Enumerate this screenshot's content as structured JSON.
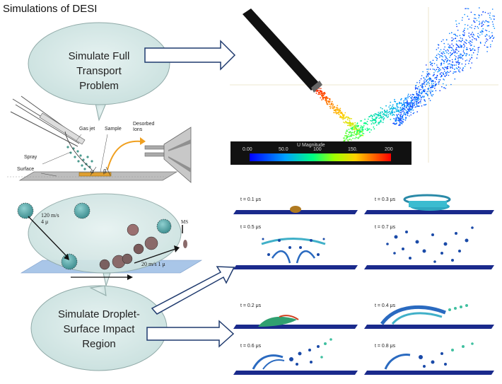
{
  "title": "Simulations of DESI",
  "bubbles": {
    "top": [
      "Simulate Full",
      "Transport Problem"
    ],
    "bottom": [
      "Simulate Droplet-",
      "Surface Impact",
      "Region"
    ]
  },
  "schematic": {
    "gas_jet": "Gas jet",
    "sample": "Sample",
    "desorbed": [
      "Desorbed",
      "Ions"
    ],
    "spray": "Spray",
    "surface": "Surface",
    "alpha": "α",
    "beta": "β"
  },
  "droplet": {
    "speed1": [
      "120 m/s",
      "4 μ"
    ],
    "speed2": "20 m/s  1 μ",
    "ms": "MS"
  },
  "colorbar": {
    "title": "U Magnitude",
    "ticks": [
      "0.00",
      "50.0",
      "100",
      "150.",
      "200"
    ]
  },
  "panels": {
    "t01": "t = 0.1 μs",
    "t03": "t = 0.3 μs",
    "t05": "t = 0.5 μs",
    "t07": "t = 0.7 μs",
    "t02": "t = 0.2 μs",
    "t04": "t = 0.4 μs",
    "t06": "t = 0.6 μs",
    "t08": "t = 0.8 μs"
  },
  "colors": {
    "bubble_fill": "#d4e8e6",
    "bubble_stroke": "#8fa9a7",
    "surface_blue": "#1a2a8c",
    "droplet_teal": "#2fa3b0"
  }
}
